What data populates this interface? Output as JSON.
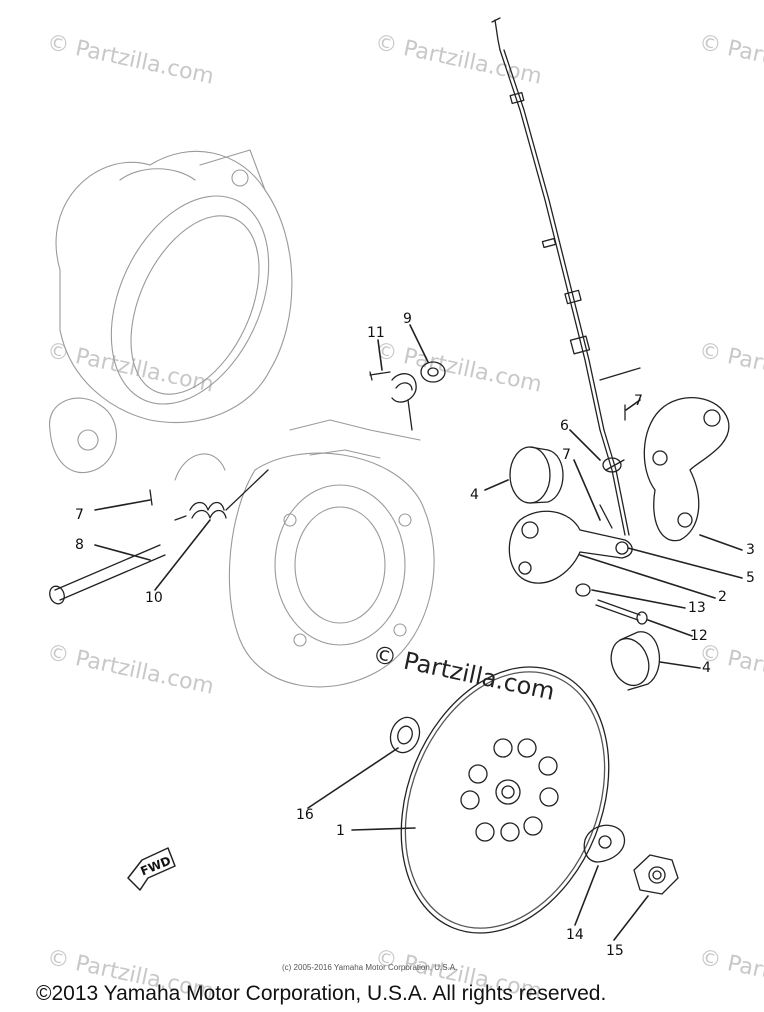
{
  "watermark": {
    "text": "© Partzilla.com",
    "center_text": "© Partzilla.com"
  },
  "callouts": {
    "c1": "1",
    "c2": "2",
    "c3": "3",
    "c4a": "4",
    "c4b": "4",
    "c5": "5",
    "c6": "6",
    "c7a": "7",
    "c7b": "7",
    "c7c": "7",
    "c8": "8",
    "c9": "9",
    "c10": "10",
    "c11": "11",
    "c12": "12",
    "c13": "13",
    "c14": "14",
    "c15": "15",
    "c16": "16"
  },
  "fwd_label": "FWD",
  "credit_small": "(c) 2005-2016 Yamaha Motor Corporation, U.S.A.",
  "copyright": "©2013 Yamaha Motor Corporation, U.S.A. All rights reserved.",
  "colors": {
    "line": "#222222",
    "light_line": "#9a9a9a",
    "watermark": "#c8c8c8"
  }
}
